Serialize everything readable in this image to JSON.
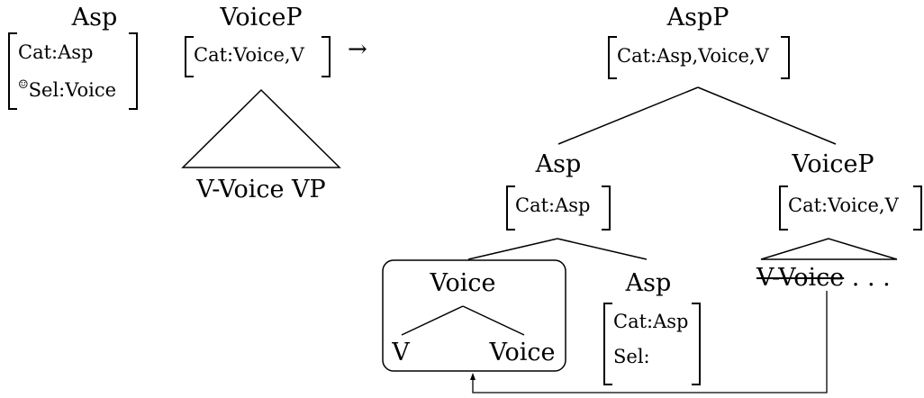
{
  "left": {
    "asp": {
      "label": "Asp",
      "cat": "Cat:Asp",
      "smiley": "☺",
      "sel": "Sel:Voice"
    },
    "voicep": {
      "label": "VoiceP",
      "cat": "Cat:Voice,V",
      "yield": "V-Voice VP"
    },
    "arrow": "→"
  },
  "right": {
    "root": {
      "label": "AspP",
      "cat": "Cat:Asp,Voice,V"
    },
    "asp": {
      "label": "Asp",
      "cat": "Cat:Asp"
    },
    "voicep": {
      "label": "VoiceP",
      "cat": "Cat:Voice,V",
      "yield_struck": "V-Voice",
      "ellipsis": " . . ."
    },
    "voice_box": {
      "label": "Voice",
      "left": "V",
      "right": "Voice"
    },
    "asp_head": {
      "label": "Asp",
      "cat": "Cat:Asp",
      "sel": "Sel:"
    }
  }
}
